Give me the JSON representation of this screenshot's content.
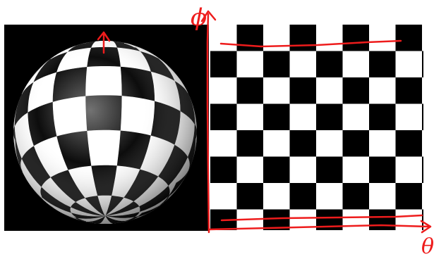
{
  "figure": {
    "left_panel": "checkered-sphere",
    "right_panel": "checkerboard-texture-map",
    "background": "#000000",
    "square_dark": "#000000",
    "square_light": "#ffffff"
  },
  "annotations": {
    "color": "#ee1c1c",
    "vertical_axis_symbol": "ϕ",
    "horizontal_axis_symbol": "θ"
  }
}
